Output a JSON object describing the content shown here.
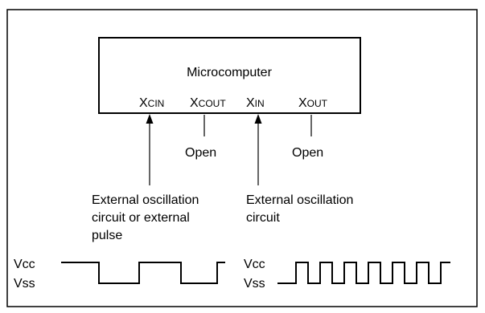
{
  "chip": {
    "label": "Microcomputer"
  },
  "pins": {
    "xcin": {
      "main": "X",
      "sub": "CIN"
    },
    "xcout": {
      "main": "X",
      "sub": "COUT"
    },
    "xin": {
      "main": "X",
      "sub": "IN"
    },
    "xout": {
      "main": "X",
      "sub": "OUT"
    }
  },
  "notes": {
    "xcout_open": "Open",
    "xout_open": "Open",
    "xcin_source": [
      "External oscillation",
      "circuit or external",
      "pulse"
    ],
    "xin_source": [
      "External oscillation",
      "circuit"
    ]
  },
  "waveforms": {
    "left": {
      "vcc": "Vcc",
      "vss": "Vss"
    },
    "right": {
      "vcc": "Vcc",
      "vss": "Vss"
    }
  }
}
